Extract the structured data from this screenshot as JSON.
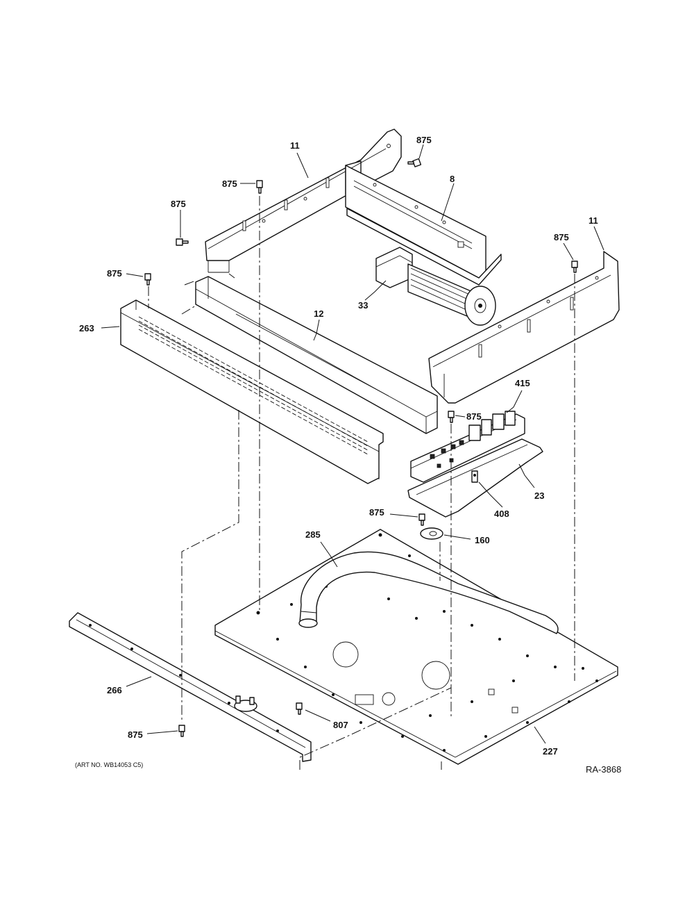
{
  "callouts": {
    "c875_top_right": "875",
    "c11_left": "11",
    "c875_top": "875",
    "c8": "8",
    "c875_left_upper": "875",
    "c11_right": "11",
    "c875_right": "875",
    "c875_left": "875",
    "c33": "33",
    "c263": "263",
    "c12": "12",
    "c415": "415",
    "c875_board": "875",
    "c23": "23",
    "c408": "408",
    "c875_sensor": "875",
    "c160": "160",
    "c285": "285",
    "c266": "266",
    "c807": "807",
    "c875_bottom": "875",
    "c227": "227"
  },
  "footer": {
    "art_no": "(ART NO. WB14053 C5)",
    "ref": "RA-3868"
  }
}
